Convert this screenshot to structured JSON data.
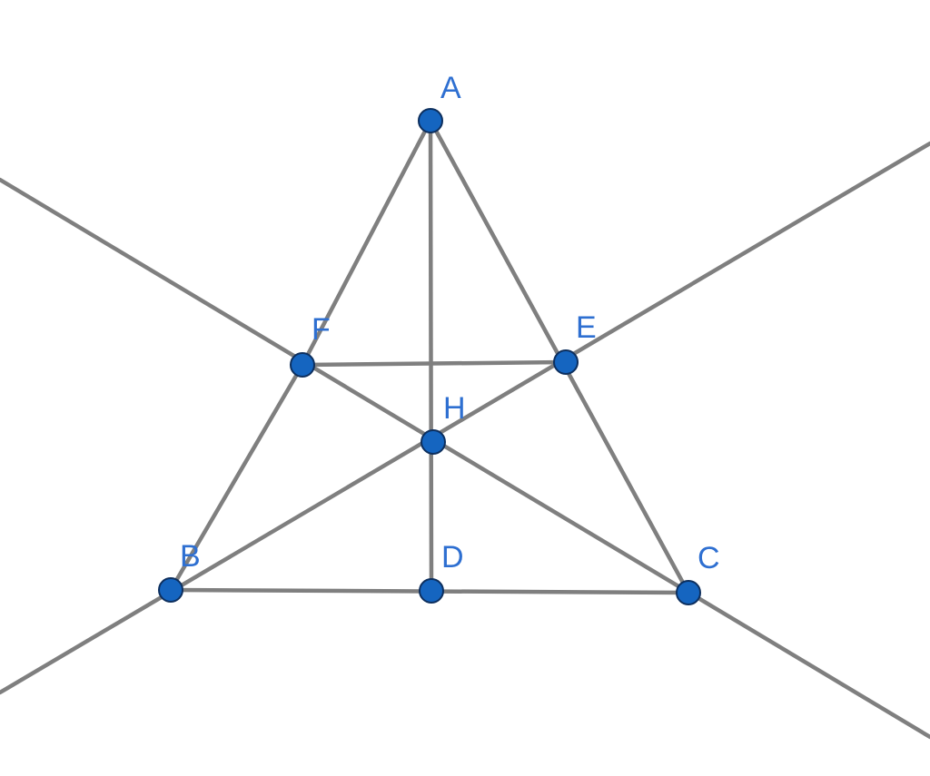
{
  "figure": {
    "points": [
      {
        "id": "A",
        "label": "A"
      },
      {
        "id": "B",
        "label": "B"
      },
      {
        "id": "C",
        "label": "C"
      },
      {
        "id": "D",
        "label": "D"
      },
      {
        "id": "E",
        "label": "E"
      },
      {
        "id": "F",
        "label": "F"
      },
      {
        "id": "H",
        "label": "H"
      }
    ],
    "segments": [
      [
        "A",
        "B"
      ],
      [
        "A",
        "C"
      ],
      [
        "B",
        "C"
      ],
      [
        "A",
        "D"
      ],
      [
        "F",
        "E"
      ],
      [
        "F",
        "B"
      ]
    ],
    "lines": [
      [
        "B",
        "E"
      ],
      [
        "C",
        "F"
      ]
    ],
    "colors": {
      "line": "#7f7f7f",
      "point_fill": "#1565c0",
      "point_stroke": "#0d2f5e",
      "label": "#2e6fd1"
    }
  }
}
